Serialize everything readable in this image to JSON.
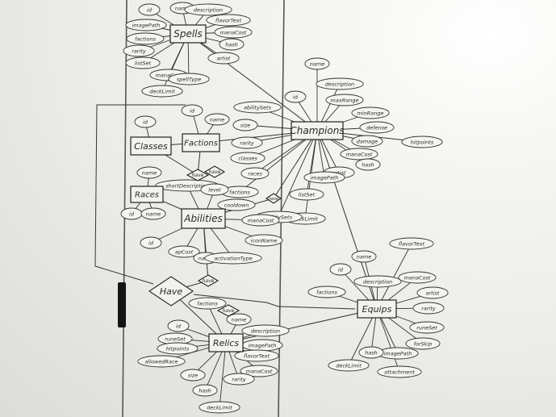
{
  "diagram": {
    "entities": {
      "spells": "Spells",
      "champions": "Champions",
      "classes": "Classes",
      "factions": "Factions",
      "races": "Races",
      "abilities": "Abilities",
      "relics": "Relics",
      "equips": "Equips"
    },
    "relationships": {
      "have_big": "Have",
      "have_1": "have",
      "have_2": "have",
      "have_3": "have",
      "have_4": "have",
      "have_5": "have"
    },
    "attributes": {
      "spells": [
        "id",
        "name",
        "description",
        "flavorText",
        "manaCost",
        "hash",
        "artist",
        "imagePath",
        "factions",
        "rarity",
        "listSet",
        "manaCost",
        "spellType",
        "deckLimit"
      ],
      "champions": [
        "id",
        "name",
        "description",
        "maxRange",
        "minRange",
        "defense",
        "hitpoints",
        "damage",
        "manaCost",
        "hash",
        "artist",
        "imagePath",
        "listSet",
        "deckLimit",
        "abilitySets",
        "size",
        "rarity",
        "classes",
        "races",
        "factions",
        "abilitySets"
      ],
      "classes": [
        "id"
      ],
      "factions": [
        "id",
        "name"
      ],
      "races": [
        "name",
        "id",
        "name"
      ],
      "abilities": [
        "shortDescription",
        "level",
        "cooldown",
        "id",
        "apCost",
        "name",
        "activationType",
        "manaCost",
        "iconName"
      ],
      "equips": [
        "id",
        "name",
        "flavorText",
        "factions",
        "description",
        "manaCost",
        "artist",
        "rarity",
        "runeSet",
        "forSkip",
        "imagePath",
        "attachment",
        "deckLimit",
        "hash"
      ],
      "relics": [
        "factions",
        "name",
        "id",
        "description",
        "runeSet",
        "imagePath",
        "hitpoints",
        "flavorText",
        "allowedRace",
        "manaCost",
        "size",
        "rarity",
        "hash",
        "deckLimit"
      ]
    }
  }
}
